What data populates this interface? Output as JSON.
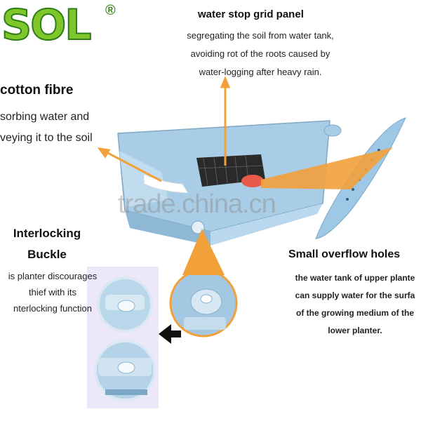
{
  "logo": {
    "text": "SOL",
    "registered": "®"
  },
  "water_panel": {
    "title": "water stop grid panel",
    "lines": [
      "segregating the soil from water tank,",
      "avoiding rot of the roots caused by",
      "water-logging after heavy rain."
    ]
  },
  "cotton": {
    "title": "cotton fibre",
    "lines": [
      "sorbing water and",
      "veying it to the soil"
    ]
  },
  "buckle": {
    "title_lines": [
      "Interlocking",
      "Buckle"
    ],
    "lines": [
      "is planter discourages",
      "thief with its",
      "nterlocking function"
    ]
  },
  "holes": {
    "title": "Small overflow holes",
    "lines": [
      "the water tank of upper plante",
      "can supply water for the surfa",
      "of the growing medium of the",
      "lower planter."
    ]
  },
  "watermark": "trade.china.cn",
  "colors": {
    "logo_green": "#7fc62a",
    "planter_blue": "#a9cde6",
    "arrow_orange": "#f2a03a",
    "panel_lilac": "#ece8fa"
  },
  "icons": [
    "black-arrow-left-icon"
  ]
}
